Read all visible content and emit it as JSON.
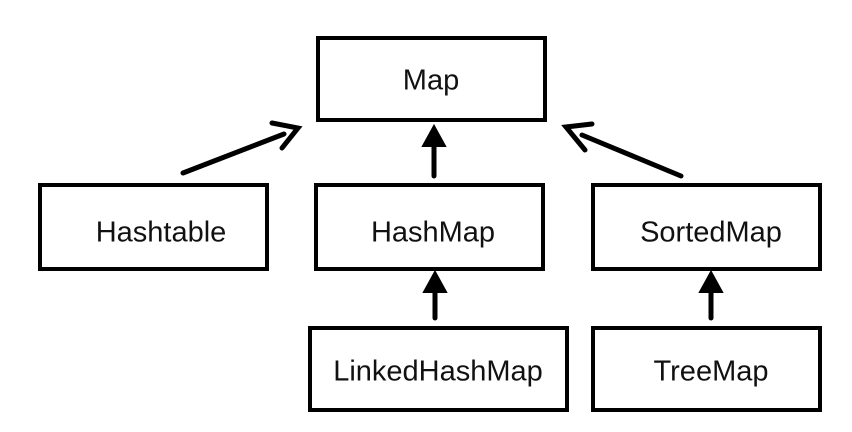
{
  "diagram": {
    "nodes": {
      "map": {
        "label": "Map"
      },
      "hashtable": {
        "label": "Hashtable"
      },
      "hashmap": {
        "label": "HashMap"
      },
      "sortedmap": {
        "label": "SortedMap"
      },
      "linkedhashmap": {
        "label": "LinkedHashMap"
      },
      "treemap": {
        "label": "TreeMap"
      }
    },
    "edges": [
      {
        "from": "hashtable",
        "to": "map"
      },
      {
        "from": "hashmap",
        "to": "map"
      },
      {
        "from": "sortedmap",
        "to": "map"
      },
      {
        "from": "linkedhashmap",
        "to": "hashmap"
      },
      {
        "from": "treemap",
        "to": "sortedmap"
      }
    ]
  }
}
